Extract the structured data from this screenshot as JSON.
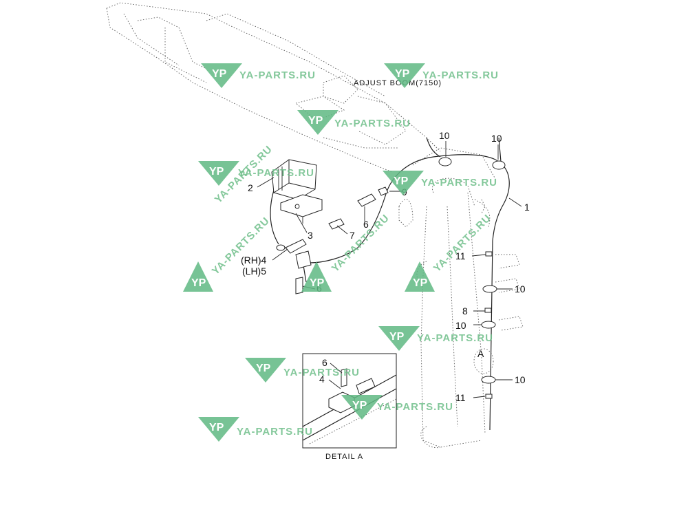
{
  "diagram": {
    "caption_top": "ADJUST BOOM(7150)",
    "detail_caption": "DETAIL  A",
    "watermark_text": "YA-PARTS.RU",
    "watermark_letters": "YP",
    "labels": {
      "c1": "1",
      "c2": "2",
      "c3": "3",
      "c4rh": "(RH)4",
      "c5lh": "(LH)5",
      "c6a": "6",
      "c6b": "6",
      "c6c": "6",
      "c4d": "4",
      "c7": "7",
      "c8": "8",
      "c9": "9",
      "c10a": "10",
      "c10b": "10",
      "c10c": "10",
      "c10d": "10",
      "c10e": "10",
      "c11a": "11",
      "c11b": "11",
      "cA": "A"
    },
    "colors": {
      "watermark": "#5fb883",
      "line": "#222222"
    }
  }
}
